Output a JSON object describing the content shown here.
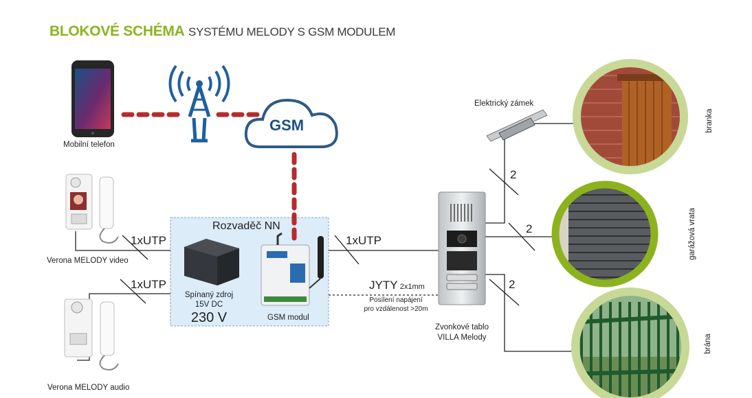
{
  "title": {
    "accent": "BLOKOVÉ SCHÉMA",
    "rest": "SYSTÉMU MELODY S GSM MODULEM"
  },
  "colors": {
    "accent": "#8cb31e",
    "gsm_link": "#b52c2c",
    "antenna": "#1f5f9e",
    "box_fill": "#dcecf8"
  },
  "labels": {
    "mobile": "Mobilní telefon",
    "gsm_cloud": "GSM",
    "distribution_box": "Rozvaděč NN",
    "power_supply_line1": "Spínaný zdroj",
    "power_supply_line2": "15V DC",
    "voltage": "230 V",
    "gsm_module": "GSM modul",
    "video_unit": "Verona MELODY video",
    "audio_unit": "Verona MELODY audio",
    "cable_utp_1": "1xUTP",
    "cable_utp_2": "1xUTP",
    "cable_utp_3": "1xUTP",
    "cable_jyty": "JYTY",
    "cable_jyty_spec": "2x1mm",
    "power_boost_line1": "Posílení napájení",
    "power_boost_line2": "pro vzdálenost >20m",
    "door_panel_line1": "Zvonkové tablo",
    "door_panel_line2": "VILLA Melody",
    "electric_lock": "Elektrický zámek",
    "wire_count_lock": "2",
    "wire_count_garage": "2",
    "wire_count_gate": "2",
    "gate_small": "branka",
    "garage_door": "garážová vrata",
    "gate_big": "brána"
  },
  "icons": [
    "smartphone-icon",
    "antenna-tower-icon",
    "cloud-icon",
    "power-supply-icon",
    "gsm-module-icon",
    "intercom-handset-icon",
    "door-panel-icon",
    "electric-lock-icon"
  ]
}
